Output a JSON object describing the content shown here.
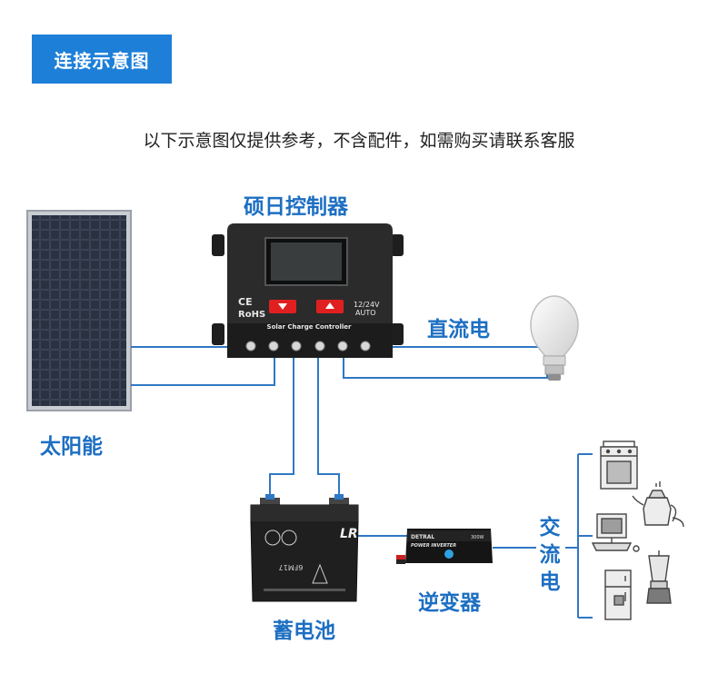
{
  "header": {
    "title": "连接示意图"
  },
  "subtitle": "以下示意图仅提供参考，不含配件，如需购买请联系客服",
  "components": {
    "controller": {
      "label": "硕日控制器",
      "panel_text": "Solar Charge Controller",
      "ce_mark": "CE",
      "rohs_mark": "RoHS",
      "voltage": "12/24V",
      "mode": "AUTO"
    },
    "solar_panel": {
      "label": "太阳能"
    },
    "dc_load": {
      "label": "直流电"
    },
    "battery": {
      "label": "蓄电池",
      "brand_mark": "LR",
      "model_text": "6FM17"
    },
    "inverter": {
      "label": "逆变器",
      "brand_text": "DETRAL",
      "title_text": "POWER INVERTER",
      "rating_text": "300W"
    },
    "ac_load": {
      "label": [
        "交",
        "流",
        "电"
      ]
    }
  },
  "colors": {
    "accent": "#1d7fd8",
    "wire": "#2f78c4",
    "label": "#1d6fc2",
    "controller_body": "#2b2b2b",
    "button_red": "#e02020"
  }
}
